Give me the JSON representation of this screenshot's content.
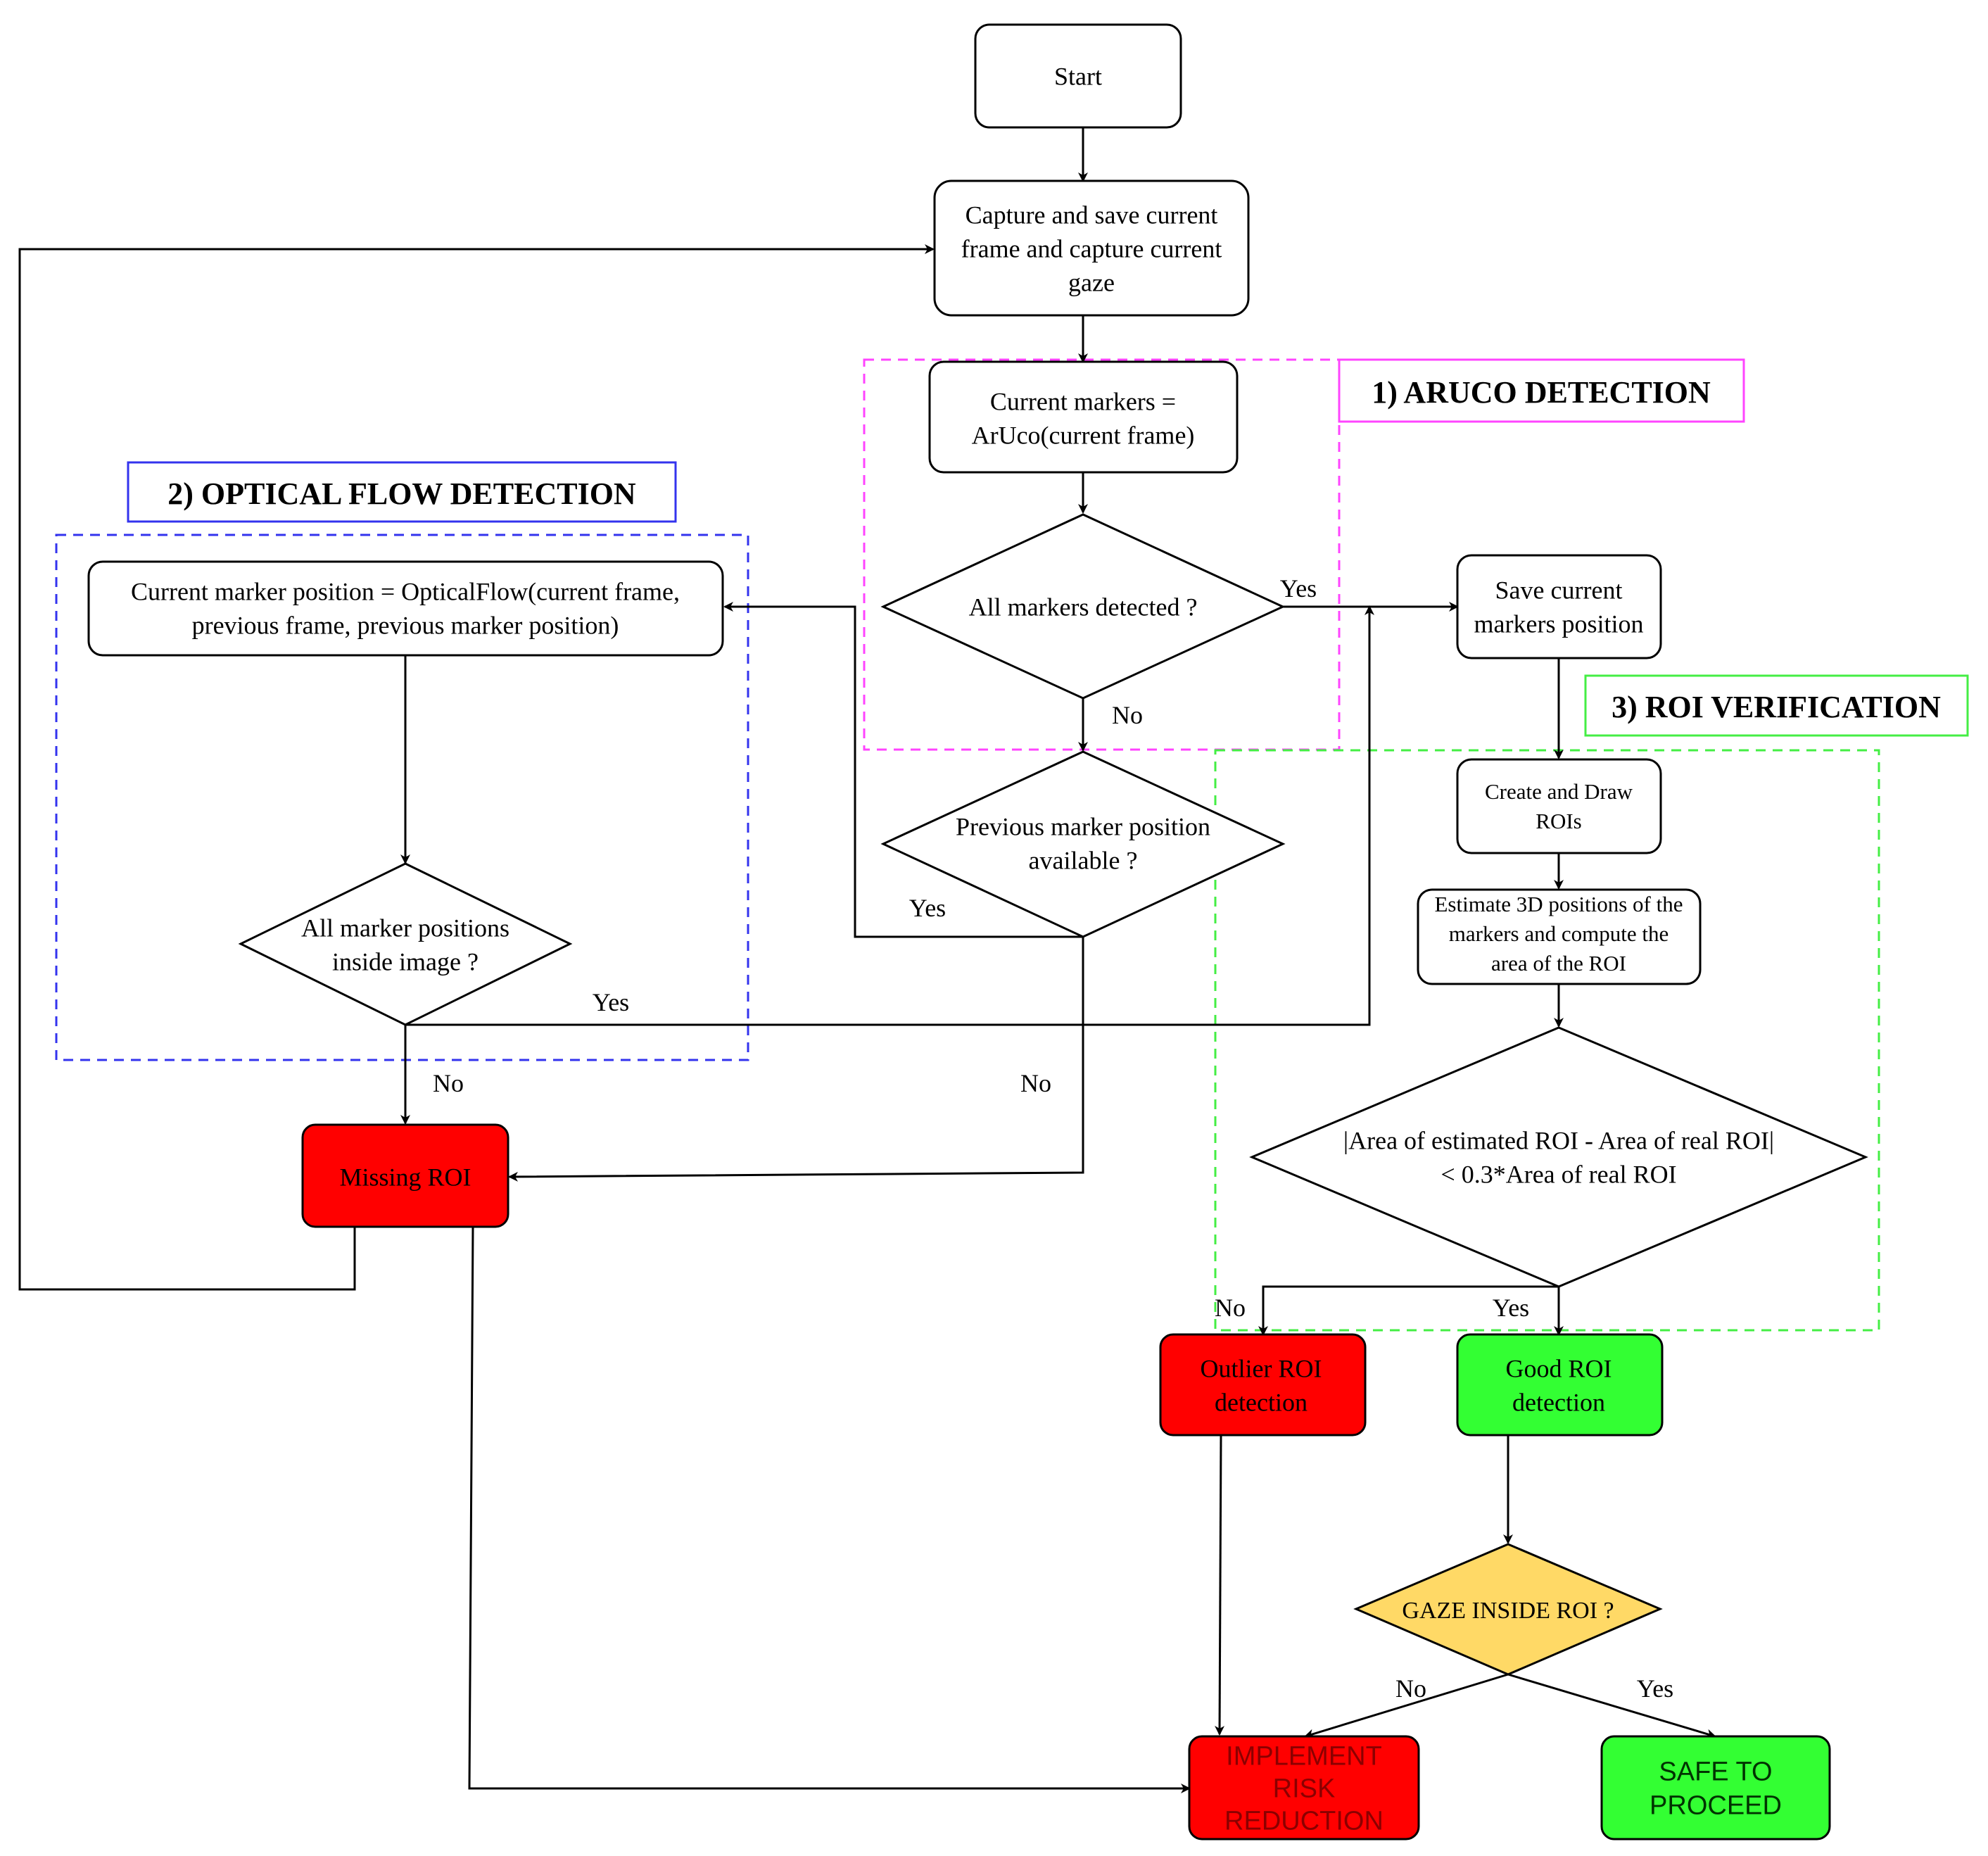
{
  "sections": {
    "aruco": {
      "title": "1) ARUCO DETECTION",
      "color": "#ff44ff"
    },
    "optical_flow": {
      "title": "2) OPTICAL FLOW DETECTION",
      "color": "#3333ee"
    },
    "roi_verification": {
      "title": "3) ROI VERIFICATION",
      "color": "#44ee44"
    }
  },
  "colors": {
    "red": "#ff0000",
    "green": "#33ff33",
    "yellow": "#ffd966",
    "stroke": "#000000"
  },
  "nodes": {
    "start": {
      "text": [
        "Start"
      ]
    },
    "capture": {
      "text": [
        "Capture and save current",
        "frame and capture current",
        "gaze"
      ]
    },
    "current_markers": {
      "text": [
        "Current markers =",
        "ArUco(current frame)"
      ]
    },
    "all_detected": {
      "text": [
        "All markers detected ?"
      ]
    },
    "prev_available": {
      "text": [
        "Previous marker position",
        "available ?"
      ]
    },
    "optical_flow": {
      "text": [
        "Current marker position = OpticalFlow(current frame,",
        "previous frame, previous marker position)"
      ]
    },
    "inside_image": {
      "text": [
        "All marker positions",
        "inside image ?"
      ]
    },
    "save_markers": {
      "text": [
        "Save current",
        "markers position"
      ]
    },
    "create_rois": {
      "text": [
        "Create and Draw",
        "ROIs"
      ]
    },
    "estimate_3d": {
      "text": [
        "Estimate 3D positions of the",
        "markers and compute the",
        "area of the ROI"
      ]
    },
    "area_check": {
      "text": [
        "|Area of estimated ROI - Area of real ROI|",
        "< 0.3*Area of real ROI"
      ]
    },
    "missing_roi": {
      "text": [
        "Missing ROI"
      ]
    },
    "outlier_roi": {
      "text": [
        "Outlier ROI",
        "detection"
      ]
    },
    "good_roi": {
      "text": [
        "Good ROI",
        "detection"
      ]
    },
    "gaze_inside": {
      "text": [
        "GAZE INSIDE ROI ?"
      ]
    },
    "implement_risk": {
      "text": [
        "IMPLEMENT",
        "RISK",
        "REDUCTION"
      ]
    },
    "safe_proceed": {
      "text": [
        "SAFE TO",
        "PROCEED"
      ]
    }
  },
  "edge_labels": {
    "all_detected_yes": "Yes",
    "all_detected_no": "No",
    "prev_available_yes": "Yes",
    "prev_available_no": "No",
    "inside_image_yes": "Yes",
    "inside_image_no": "No",
    "area_check_no": "No",
    "area_check_yes": "Yes",
    "gaze_no": "No",
    "gaze_yes": "Yes"
  }
}
